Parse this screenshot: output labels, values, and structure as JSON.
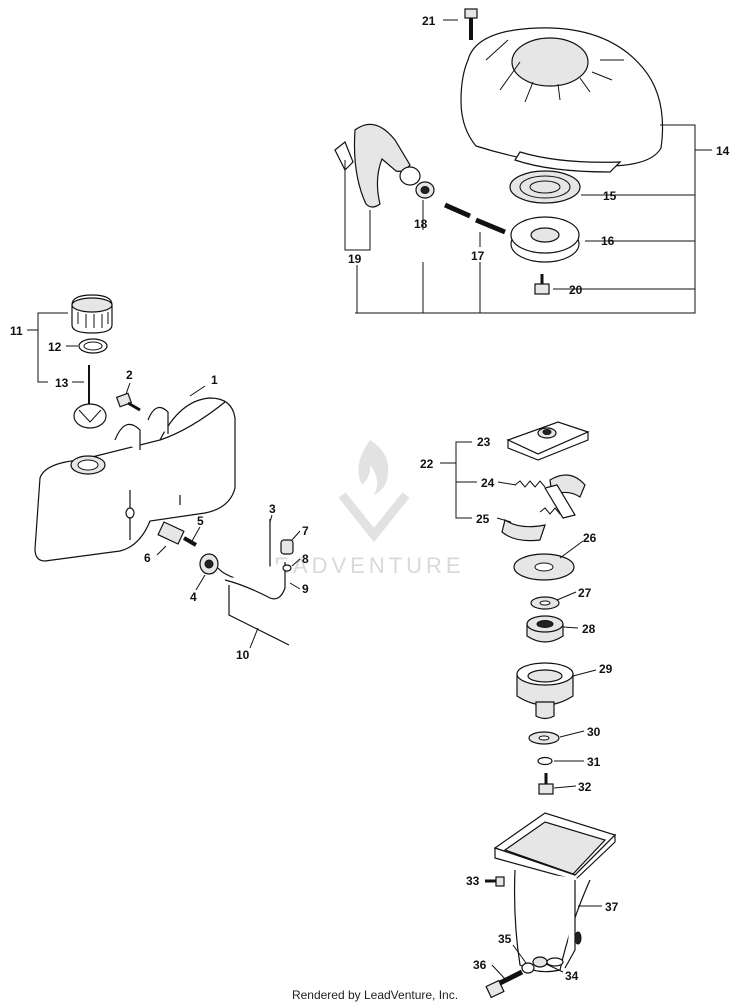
{
  "watermark": "LEADVENTURE",
  "footer": "Rendered by LeadVenture, Inc.",
  "callouts": {
    "c1": "1",
    "c2": "2",
    "c3": "3",
    "c4": "4",
    "c5": "5",
    "c6": "6",
    "c7": "7",
    "c8": "8",
    "c9": "9",
    "c10": "10",
    "c11": "11",
    "c12": "12",
    "c13": "13",
    "c14": "14",
    "c15": "15",
    "c16": "16",
    "c17": "17",
    "c18": "18",
    "c19": "19",
    "c20": "20",
    "c21": "21",
    "c22": "22",
    "c23": "23",
    "c24": "24",
    "c25": "25",
    "c26": "26",
    "c27": "27",
    "c28": "28",
    "c29": "29",
    "c30": "30",
    "c31": "31",
    "c32": "32",
    "c33": "33",
    "c34": "34",
    "c35": "35",
    "c36": "36",
    "c37": "37"
  }
}
